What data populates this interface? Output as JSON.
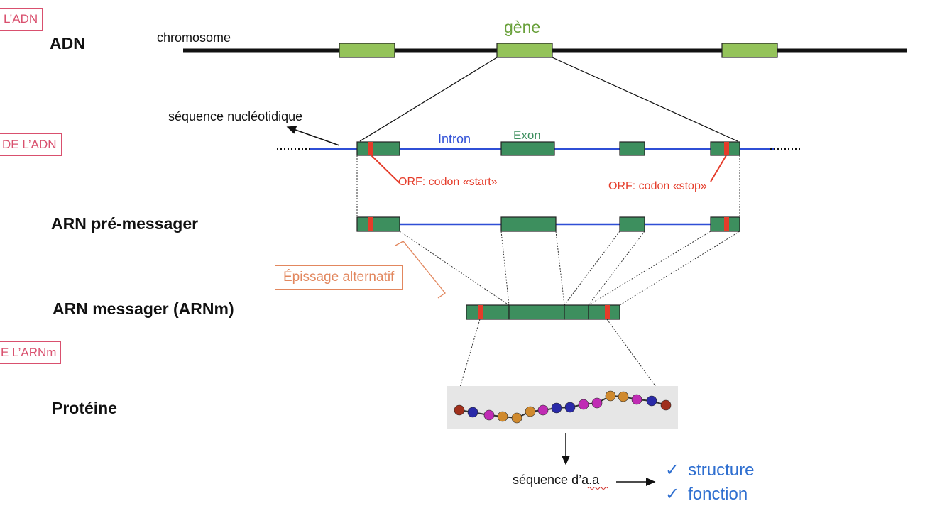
{
  "side_tags": [
    "L’ADN",
    "DE L’ADN",
    "E L’ARNm"
  ],
  "row_labels": {
    "adn": "ADN",
    "pre_mrna": "ARN pré-messager",
    "mrna": "ARN messager (ARNm)",
    "protein": "Protéine"
  },
  "labels": {
    "chromosome": "chromosome",
    "gene": "gène",
    "nucleotide_sequence": "séquence nucléotidique",
    "intron": "Intron",
    "exon": "Exon",
    "orf_start": "ORF: codon «start»",
    "orf_stop": "ORF: codon «stop»",
    "alt_splicing": "Épissage alternatif",
    "aa_sequence": "séquence d’a.a"
  },
  "checklist": [
    "structure",
    "fonction"
  ],
  "icons": [
    "check-icon",
    "arrow-icon",
    "amino-acid-bead-icon"
  ],
  "colors": {
    "gene_box": "#94c35a",
    "exon": "#3d8f5e",
    "intron_line": "#2f4fd6",
    "codon": "#e53c2a",
    "orf_text": "#e53c2a",
    "exon_text": "#3d8f5e",
    "intron_text": "#2f4fd6",
    "gene_text": "#6aa13c",
    "splicing": "#e2875e",
    "tag": "#d9506e",
    "checklist": "#2f6fd0"
  }
}
